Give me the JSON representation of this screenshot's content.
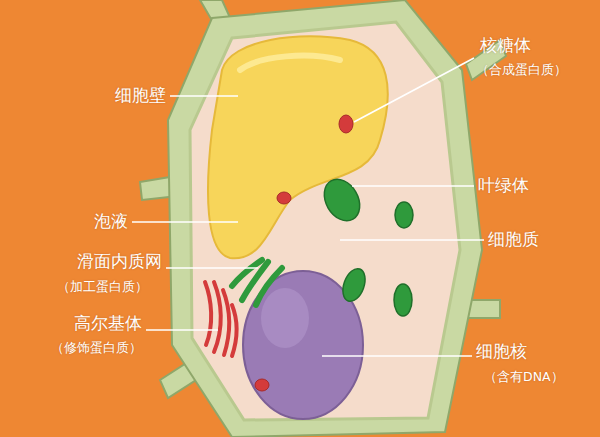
{
  "diagram": {
    "labels": [
      "细胞壁",
      "核糖体",
      "（合成蛋白质）",
      "叶绿体",
      "泡液",
      "细胞质",
      "滑面内质网",
      "（加工蛋白质）",
      "高尔基体",
      "（修饰蛋白质）",
      "细胞核",
      "（含有DNA）"
    ]
  }
}
